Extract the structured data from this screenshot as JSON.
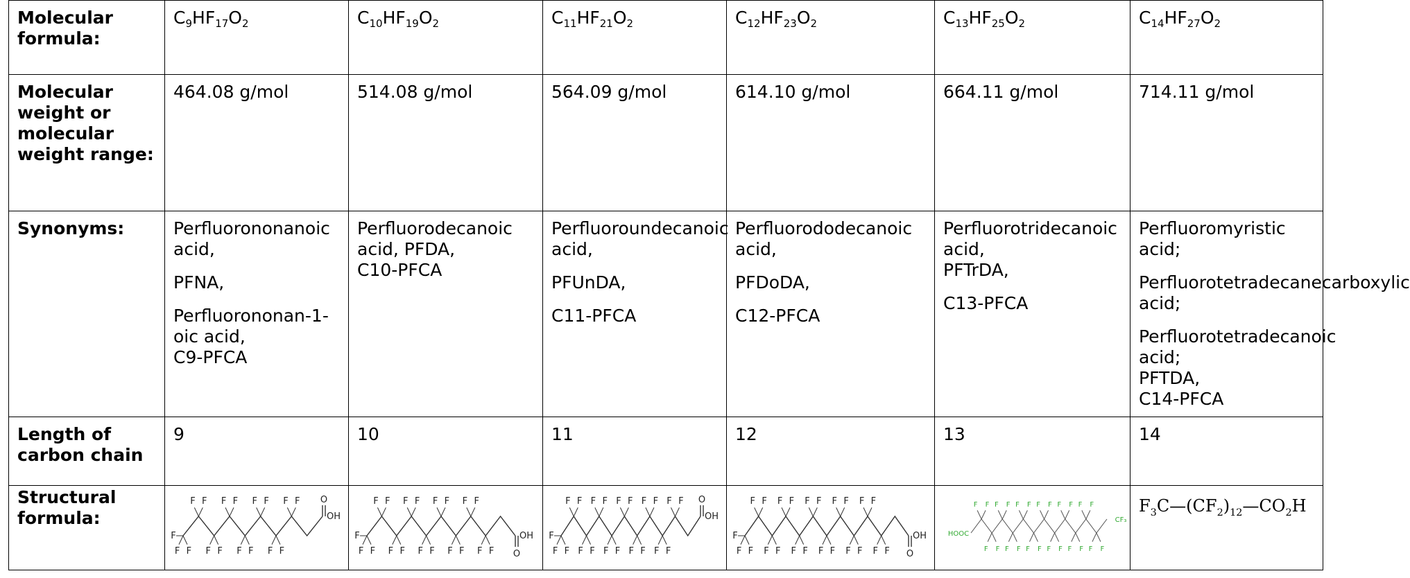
{
  "row_labels": {
    "formula": "Molecular formula:",
    "weight": "Molecular weight or molecular weight range:",
    "synonyms": "Synonyms:",
    "length": "Length of carbon chain",
    "structure": "Structural formula:"
  },
  "columns": [
    {
      "formula_parts": [
        "C",
        "9",
        "HF",
        "17",
        "O",
        "2"
      ],
      "weight": "464.08 g/mol",
      "synonyms": [
        "Perfluorononanoic acid,",
        "PFNA,",
        "Perfluorononan-1-oic acid,\nC9-PFCA"
      ],
      "length": "9",
      "structure_image": "pfna-skeletal-structure"
    },
    {
      "formula_parts": [
        "C",
        "10",
        "HF",
        "19",
        "O",
        "2"
      ],
      "weight": "514.08 g/mol",
      "synonyms": [
        "Perfluorodecanoic acid, PFDA,\nC10-PFCA"
      ],
      "length": "10",
      "structure_image": "pfda-skeletal-structure"
    },
    {
      "formula_parts": [
        "C",
        "11",
        "HF",
        "21",
        "O",
        "2"
      ],
      "weight": "564.09 g/mol",
      "synonyms": [
        "Perfluoroundecanoic acid,",
        "PFUnDA,",
        "C11-PFCA"
      ],
      "length": "11",
      "structure_image": "pfunda-skeletal-structure"
    },
    {
      "formula_parts": [
        "C",
        "12",
        "HF",
        "23",
        "O",
        "2"
      ],
      "weight": "614.10 g/mol",
      "synonyms": [
        "Perfluorododecanoic acid,",
        "PFDoDA,",
        "C12-PFCA"
      ],
      "length": "12",
      "structure_image": "pfdoda-skeletal-structure"
    },
    {
      "formula_parts": [
        "C",
        "13",
        "HF",
        "25",
        "O",
        "2"
      ],
      "weight": "664.11 g/mol",
      "synonyms": [
        "Perfluorotridecanoic acid,\nPFTrDA,",
        "C13-PFCA"
      ],
      "length": "13",
      "structure_image": "pftrda-skeletal-structure"
    },
    {
      "formula_parts": [
        "C",
        "14",
        "HF",
        "27",
        "O",
        "2"
      ],
      "weight": "714.11 g/mol",
      "synonyms": [
        "Perfluoromyristic acid;",
        "Perfluorotetradecanecarboxylic acid;",
        "Perfluorotetradecanoic acid;\nPFTDA,\nC14-PFCA"
      ],
      "length": "14",
      "structure_image": "pftda-condensed-formula",
      "condensed_formula_parts": [
        "F",
        "3",
        "C—(CF",
        "2",
        ")",
        "12",
        "—CO",
        "2",
        "H"
      ]
    }
  ],
  "structure_text": {
    "fluorine": "F",
    "hydroxyl": "OH",
    "oxygen": "O",
    "hooc": "HOOC",
    "cf3": "CF₃"
  }
}
